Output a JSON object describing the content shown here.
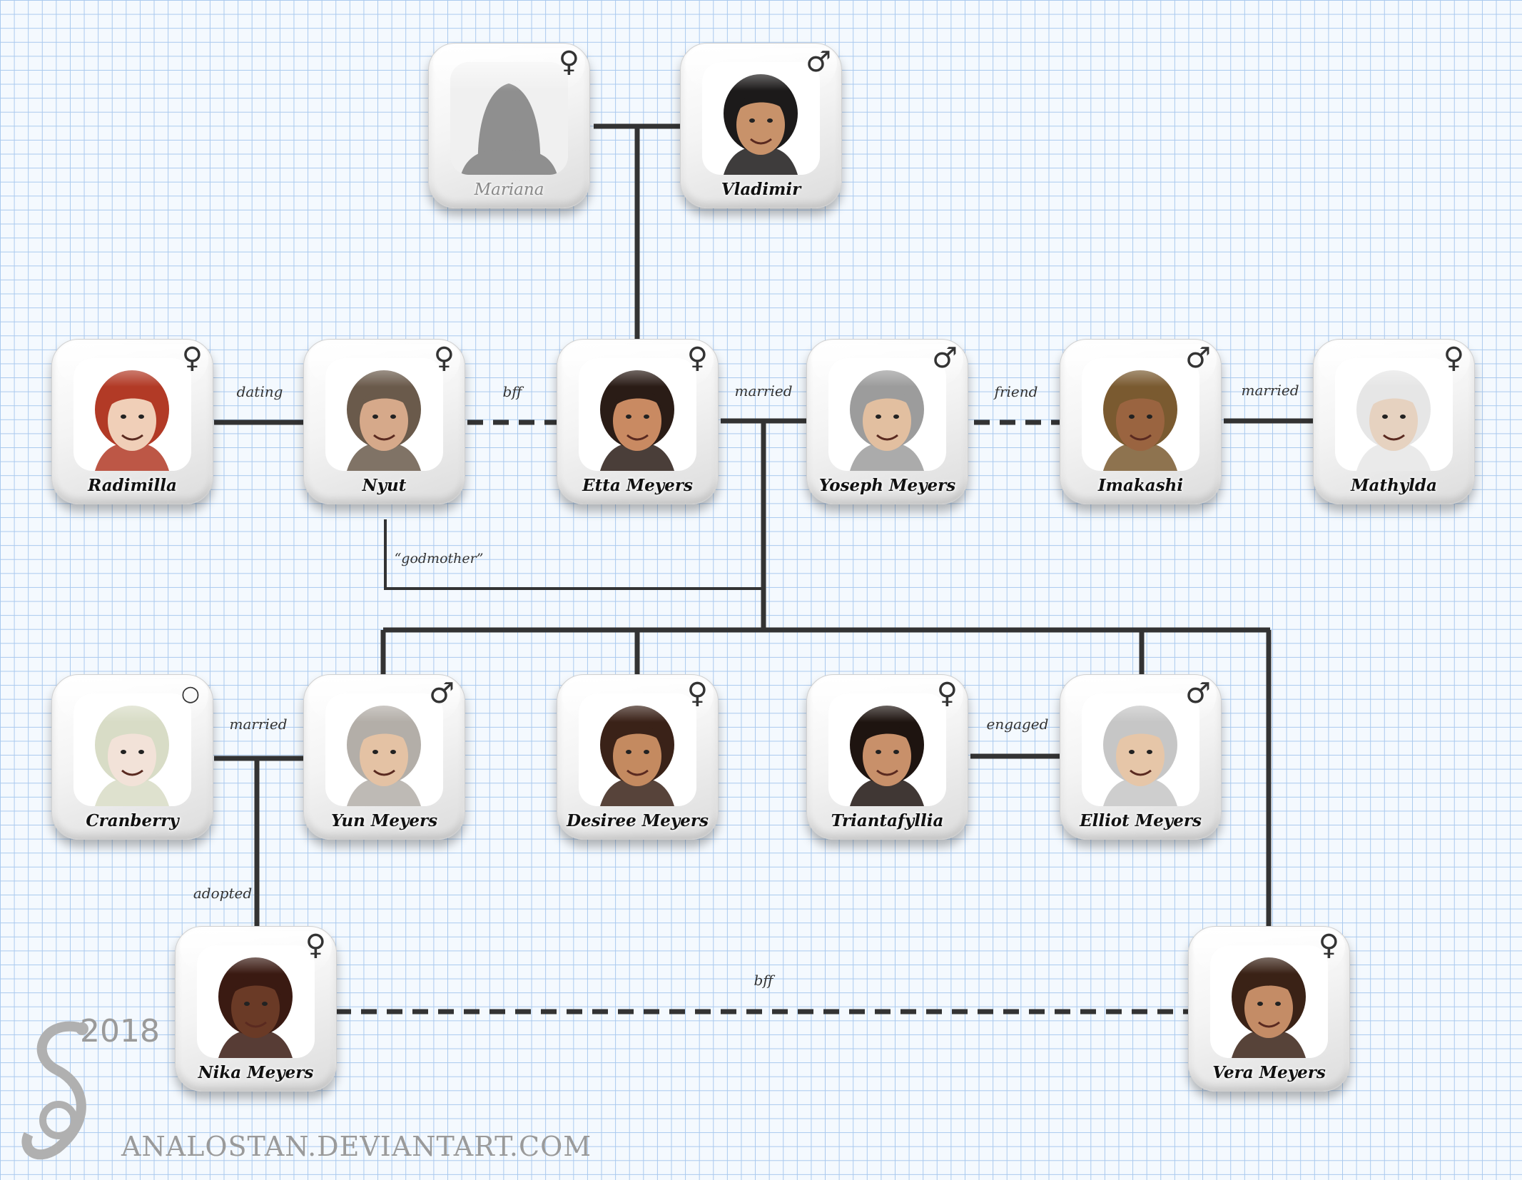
{
  "people": {
    "mariana": {
      "name": "Mariana",
      "symbol": "♀",
      "hair": "#6b6b6b",
      "skin": "#8f8f8f",
      "silhouette": true
    },
    "vladimir": {
      "name": "Vladimir",
      "symbol": "♂",
      "hair": "#1c1a1a",
      "skin": "#c8926a"
    },
    "radimilla": {
      "name": "Radimilla",
      "symbol": "♀",
      "hair": "#b23a26",
      "skin": "#f0cfb8"
    },
    "nyut": {
      "name": "Nyut",
      "symbol": "♀",
      "hair": "#6a5a4b",
      "skin": "#d6a98a"
    },
    "etta": {
      "name": "Etta Meyers",
      "symbol": "♀",
      "hair": "#2a1c16",
      "skin": "#c98a62"
    },
    "yoseph": {
      "name": "Yoseph Meyers",
      "symbol": "♂",
      "hair": "#9c9c9c",
      "skin": "#e2bfa0"
    },
    "imakashi": {
      "name": "Imakashi",
      "symbol": "♂",
      "hair": "#7a5a30",
      "skin": "#9a6440"
    },
    "mathylda": {
      "name": "Mathylda",
      "symbol": "♀",
      "hair": "#e6e6e6",
      "skin": "#e6d2c0"
    },
    "cranberry": {
      "name": "Cranberry",
      "symbol": "○",
      "hair": "#d8dcc6",
      "skin": "#f2e2d8"
    },
    "yun": {
      "name": "Yun Meyers",
      "symbol": "♂",
      "hair": "#b3aea8",
      "skin": "#e4c2a4"
    },
    "desiree": {
      "name": "Desiree Meyers",
      "symbol": "♀",
      "hair": "#3a2218",
      "skin": "#c48a60"
    },
    "triantafyllia": {
      "name": "Triantafyllia",
      "symbol": "♀",
      "hair": "#1e1410",
      "skin": "#c8906a"
    },
    "elliot": {
      "name": "Elliot Meyers",
      "symbol": "♂",
      "hair": "#c6c6c6",
      "skin": "#e6c6a8"
    },
    "nika": {
      "name": "Nika Meyers",
      "symbol": "♀",
      "hair": "#3a1a12",
      "skin": "#6a3a26"
    },
    "vera": {
      "name": "Vera Meyers",
      "symbol": "♀",
      "hair": "#3a2216",
      "skin": "#c48c66"
    }
  },
  "relations": {
    "dating": "dating",
    "bff_top": "bff",
    "married_etta": "married",
    "friend": "friend",
    "married_imakashi": "married",
    "godmother": "“godmother”",
    "married_yun": "married",
    "engaged": "engaged",
    "adopted": "adopted",
    "bff_bottom": "bff"
  },
  "watermark": {
    "year": "2018",
    "site": "ANALOSTAN.DEVIANTART.COM"
  }
}
